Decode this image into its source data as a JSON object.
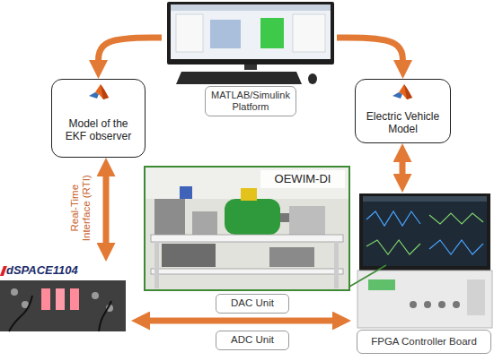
{
  "diagram": {
    "nodes": [
      {
        "text": [
          "MATLAB/Simulink Platform"
        ]
      },
      {
        "text": [
          "Model of the EKF observer"
        ]
      },
      {
        "text": [
          "Electric Vehicle Model"
        ]
      },
      {
        "text": [
          "OEWIM-DI"
        ]
      },
      {
        "text": [
          "dSPACE1104"
        ]
      },
      {
        "text": [
          "DAC Unit"
        ]
      },
      {
        "text": [
          "ADC Unit"
        ]
      },
      {
        "text": [
          "FPGA Controller Board"
        ]
      }
    ],
    "edges": [
      {
        "from": 0,
        "to": 1,
        "arrow": "to"
      },
      {
        "from": 0,
        "to": 2,
        "arrow": "to"
      },
      {
        "from": 1,
        "to": 4,
        "arrow": "both",
        "label": "Real-Time Interface (RTI)"
      },
      {
        "from": 2,
        "to": 7,
        "arrow": "both"
      },
      {
        "from": 4,
        "to": 7,
        "arrow": "both"
      }
    ]
  }
}
